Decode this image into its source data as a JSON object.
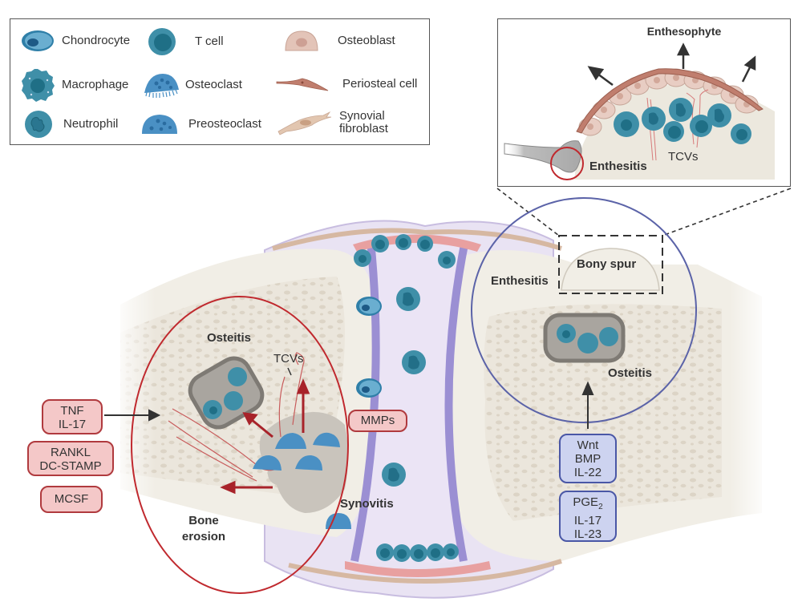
{
  "legend": {
    "items": [
      {
        "label": "Chondrocyte",
        "icon": "chondrocyte-icon"
      },
      {
        "label": "T cell",
        "icon": "t-cell-icon"
      },
      {
        "label": "Osteoblast",
        "icon": "osteoblast-icon"
      },
      {
        "label": "Macrophage",
        "icon": "macrophage-icon"
      },
      {
        "label": "Osteoclast",
        "icon": "osteoclast-icon"
      },
      {
        "label": "Periosteal cell",
        "icon": "periosteal-cell-icon"
      },
      {
        "label": "Neutrophil",
        "icon": "neutrophil-icon"
      },
      {
        "label": "Preosteoclast",
        "icon": "preosteoclast-icon"
      },
      {
        "label": "Synovial",
        "label2": "fibroblast",
        "icon": "synovial-fibroblast-icon"
      }
    ]
  },
  "inset": {
    "title": "Enthesophyte",
    "enthesitis_label": "Enthesitis",
    "tcvs_label": "TCVs"
  },
  "joint": {
    "osteitis_left": "Osteitis",
    "tcvs_label": "TCVs",
    "bone_erosion_line1": "Bone",
    "bone_erosion_line2": "erosion",
    "synovitis": "Synovitis",
    "mmps": "MMPs",
    "enthesitis": "Enthesitis",
    "bony_spur": "Bony spur",
    "osteitis_right": "Osteitis"
  },
  "left_factors": [
    {
      "lines": [
        "TNF",
        "IL-17"
      ]
    },
    {
      "lines": [
        "RANKL",
        "DC-STAMP"
      ]
    },
    {
      "lines": [
        "MCSF"
      ]
    }
  ],
  "right_factors": [
    {
      "lines": [
        "Wnt",
        "BMP",
        "IL-22"
      ]
    },
    {
      "lines": [
        "PGE",
        "IL-17",
        "IL-23"
      ],
      "subscript": "2"
    }
  ],
  "colors": {
    "cell_blue": "#3f8fa8",
    "cell_dark": "#1d6a80",
    "red_accent": "#b03a3e",
    "blue_accent": "#5b63a8",
    "bone": "#ece8df",
    "cartilage": "#f1eee6",
    "synovium": "#b8b0e0"
  }
}
